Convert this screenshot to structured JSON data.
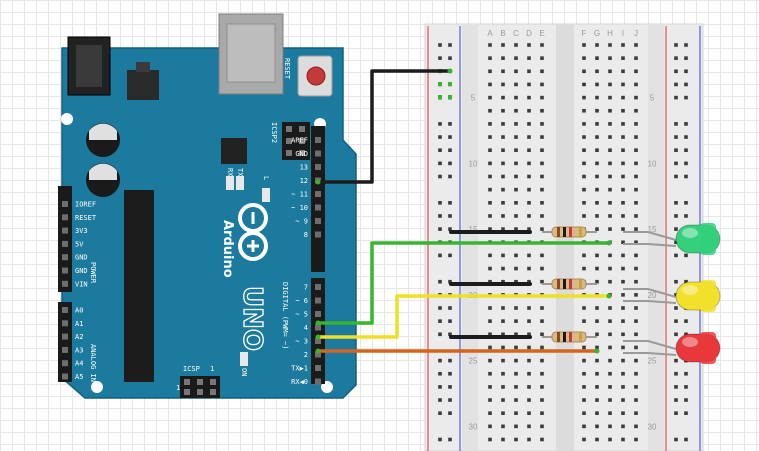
{
  "board": {
    "name": "Arduino",
    "model": "UNO",
    "reset_label": "RESET",
    "icsp2_label": "ICSP2",
    "icsp_label": "ICSP",
    "led_labels": [
      "TX",
      "RX",
      "L"
    ],
    "on_label": "ON",
    "digital_label": "DIGITAL (PWM= ~)",
    "power_label": "POWER",
    "analog_label": "ANALOG IN",
    "icsp_pin_labels": [
      "1",
      "1"
    ],
    "header_top_labels": [
      "AREF",
      "GND",
      "13",
      "12",
      "~ 11",
      "~ 10",
      "~ 9",
      "8"
    ],
    "header_bottom_labels": [
      "7",
      "~ 6",
      "~ 5",
      "4",
      "~ 3",
      "2",
      "TX▶1",
      "RX◀0"
    ],
    "power_pins": [
      "IOREF",
      "RESET",
      "3V3",
      "5V",
      "GND",
      "GND",
      "VIN"
    ],
    "analog_pins": [
      "A0",
      "A1",
      "A2",
      "A3",
      "A4",
      "A5"
    ]
  },
  "breadboard": {
    "columns_left": [
      "A",
      "B",
      "C",
      "D",
      "E"
    ],
    "columns_right": [
      "F",
      "G",
      "H",
      "I",
      "J"
    ],
    "row_numbers": [
      "5",
      "10",
      "15",
      "20",
      "25",
      "30"
    ]
  },
  "leds": [
    {
      "name": "green-led",
      "color": "#34d07c"
    },
    {
      "name": "yellow-led",
      "color": "#f2e02a"
    },
    {
      "name": "red-led",
      "color": "#e8383b"
    }
  ],
  "wire_colors": {
    "black": "#1c1c1c",
    "green": "#37b52e",
    "yellow": "#f0de27",
    "orange": "#d4651f"
  },
  "colors": {
    "board": "#1b7a9e",
    "board_dark": "#13607e",
    "breadboard": "#e9e9e9"
  }
}
